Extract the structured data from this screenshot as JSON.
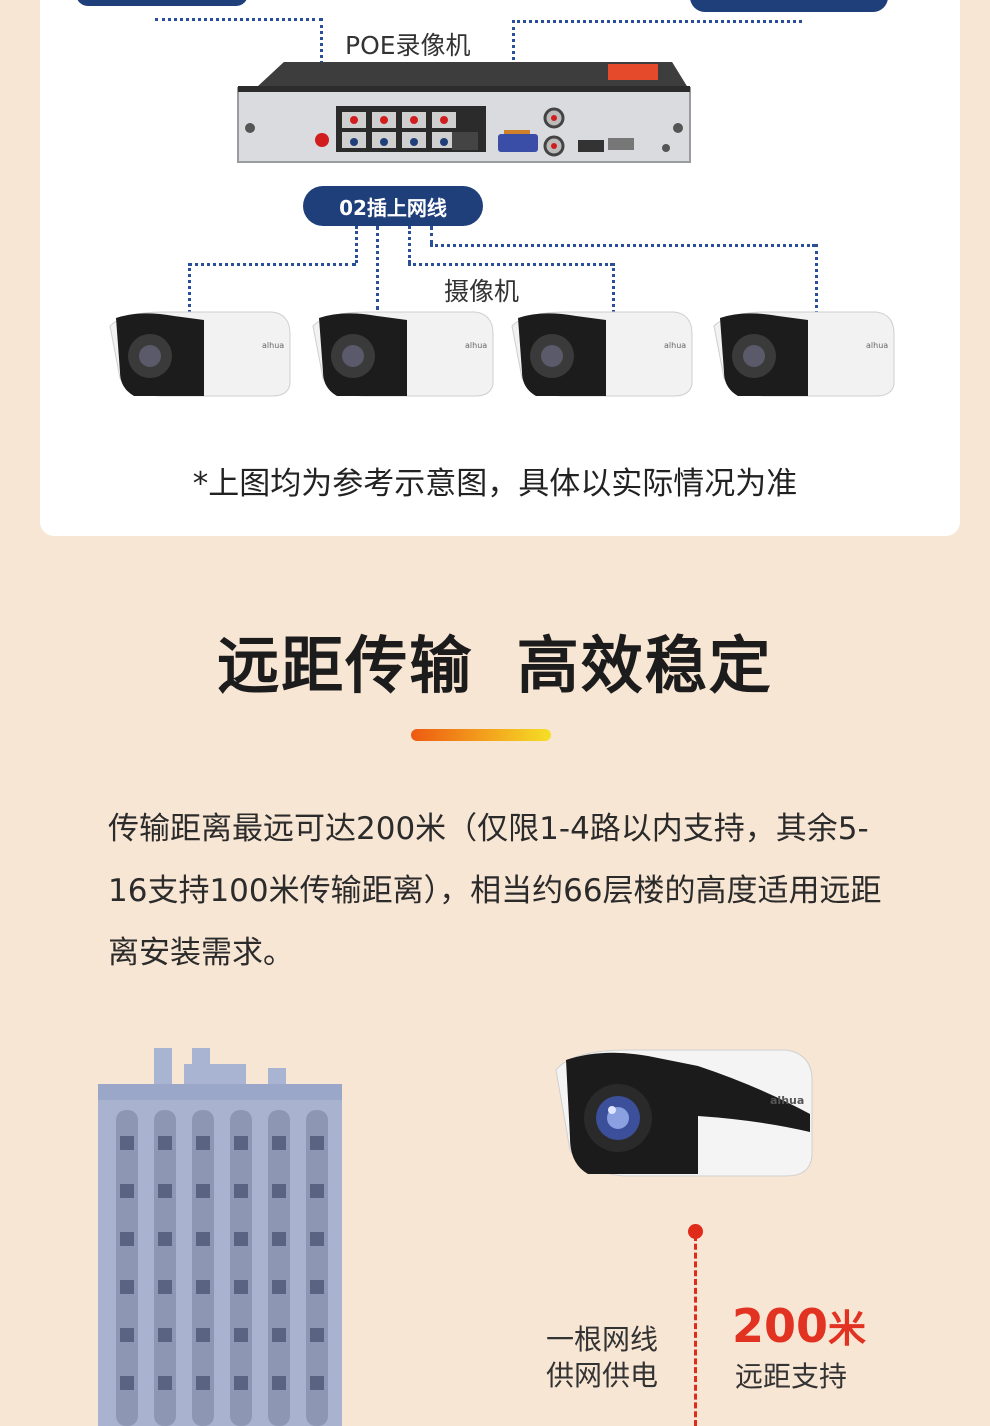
{
  "diagram": {
    "top_pills": [
      "",
      ""
    ],
    "nvr_label": "POE录像机",
    "pill_02": "02插上网线",
    "camera_label": "摄像机",
    "caption": "*上图均为参考示意图，具体以实际情况为准",
    "brand": "alhua"
  },
  "section": {
    "title": "远距传输 高效稳定",
    "body": "传输距离最远可达200米（仅限1-4路以内支持，其余5-16支持100米传输距离），相当约66层楼的高度适用远距离安装需求。",
    "left_text": [
      "一根网线",
      "供网供电"
    ],
    "distance_value": "200",
    "distance_unit": "米",
    "distance_label": "远距支持"
  },
  "colors": {
    "background": "#f8e6d4",
    "pill_blue": "#1f3f7a",
    "accent_red": "#e23221",
    "dotted_line": "#2a4f9a"
  }
}
